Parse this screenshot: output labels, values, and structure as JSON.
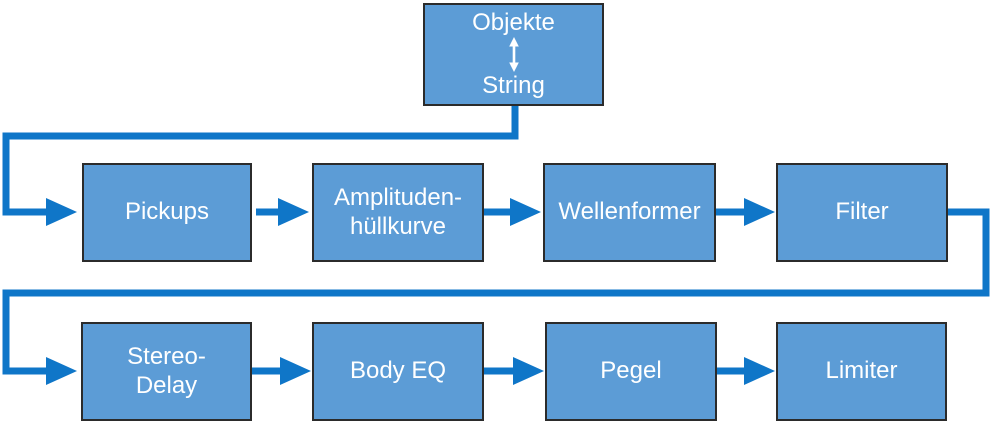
{
  "diagram": {
    "title_hint": "signal-flow",
    "source_node": {
      "top_label": "Objekte",
      "bottom_label": "String",
      "link_icon": "vertical-double-arrow-icon"
    },
    "row1": [
      {
        "label": "Pickups"
      },
      {
        "label": "Amplituden-\nhüllkurve"
      },
      {
        "label": "Wellenformer"
      },
      {
        "label": "Filter"
      }
    ],
    "row2": [
      {
        "label": "Stereo-\nDelay"
      },
      {
        "label": "Body EQ"
      },
      {
        "label": "Pegel"
      },
      {
        "label": "Limiter"
      }
    ],
    "colors": {
      "node_fill": "#5C9CD6",
      "node_border": "#2B2B2B",
      "connector": "#0F76C8",
      "text": "#FFFFFF"
    }
  }
}
